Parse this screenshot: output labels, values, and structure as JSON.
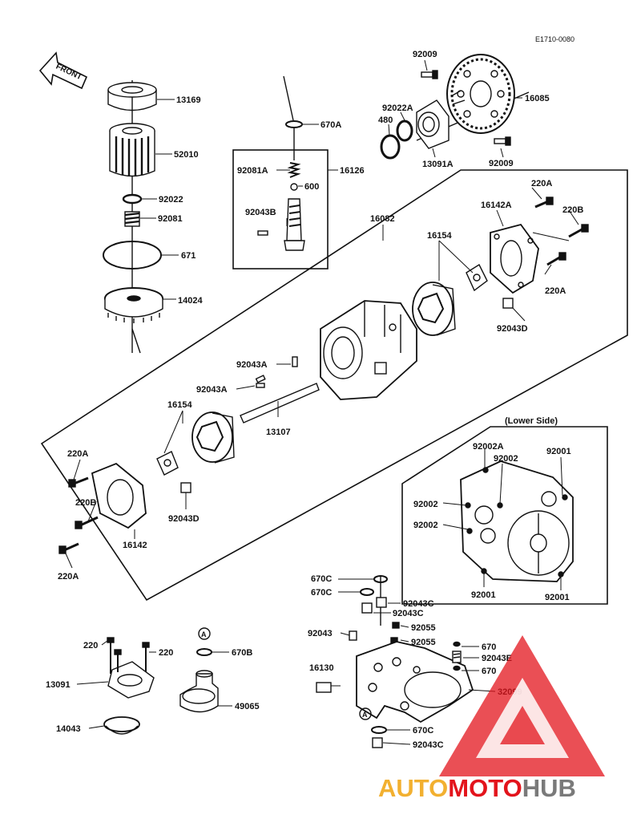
{
  "drawing_code": "E1710-0080",
  "front_label": "FRONT",
  "lower_side_label": "(Lower Side)",
  "circle_marker": "A",
  "watermark": {
    "auto": "AUTO",
    "moto": "MOTO",
    "hub": "HUB",
    "color_red": "#e3141c",
    "color_gold": "#f2b030",
    "color_gray": "#7a7a7a"
  },
  "part_labels": {
    "p13169": "13169",
    "p52010": "52010",
    "p92022": "92022",
    "p92081": "92081",
    "p671": "671",
    "p14024": "14024",
    "p92009a": "92009",
    "p92009b": "92009",
    "p16085": "16085",
    "p92022A": "92022A",
    "p480": "480",
    "p13091A": "13091A",
    "p670A": "670A",
    "p92081A": "92081A",
    "p16126": "16126",
    "p600": "600",
    "p92043B": "92043B",
    "p16082": "16082",
    "p220A_tr1": "220A",
    "p16142A": "16142A",
    "p220B_tr": "220B",
    "p220A_tr2": "220A",
    "p16154_top": "16154",
    "p92043D_top": "92043D",
    "p92043A_1": "92043A",
    "p92043A_2": "92043A",
    "p13107": "13107",
    "p16154_bot": "16154",
    "p220A_l1": "220A",
    "p220B_l": "220B",
    "p220A_l2": "220A",
    "p16142": "16142",
    "p92043D_bot": "92043D",
    "p92002A": "92002A",
    "p92002_a": "92002",
    "p92001_a": "92001",
    "p92002_b": "92002",
    "p92002_c": "92002",
    "p92001_b": "92001",
    "p92001_c": "92001",
    "p670C_1": "670C",
    "p670C_2": "670C",
    "p92043C_1": "92043C",
    "p92043C_2": "92043C",
    "p92043": "92043",
    "p92055_1": "92055",
    "p92055_2": "92055",
    "p670_1": "670",
    "p92043E": "92043E",
    "p670_2": "670",
    "p16130": "16130",
    "p32099": "32099",
    "p670C_3": "670C",
    "p92043C_3": "92043C",
    "p220_1": "220",
    "p220_2": "220",
    "p13091": "13091",
    "p14043": "14043",
    "p670B": "670B",
    "p49065": "49065"
  }
}
